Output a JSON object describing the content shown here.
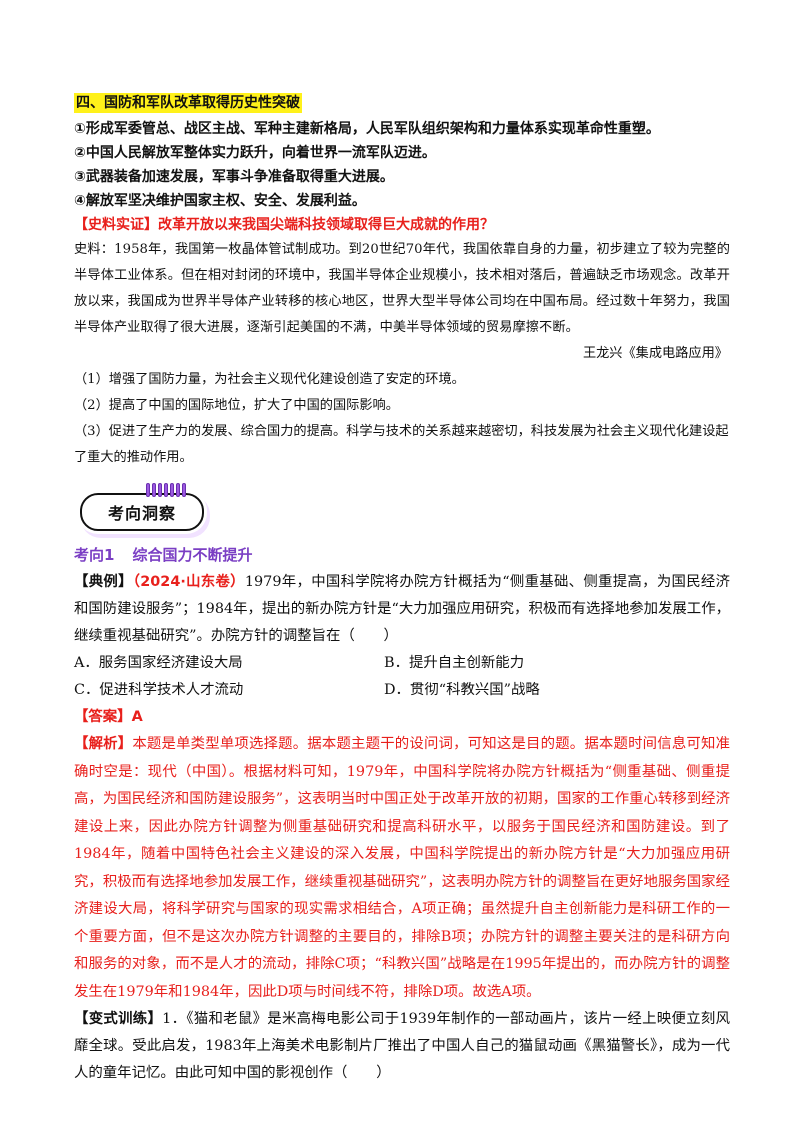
{
  "section": {
    "heading": "四、国防和军队改革取得历史性突破",
    "items": [
      "①形成军委管总、战区主战、军种主建新格局，人民军队组织架构和力量体系实现革命性重塑。",
      "②中国人民解放军整体实力跃升，向着世界一流军队迈进。",
      "③武器装备加速发展，军事斗争准备取得重大进展。",
      "④解放军坚决维护国家主权、安全、发展利益。"
    ]
  },
  "source_check": {
    "question": "【史料实证】改革开放以来我国尖端科技领域取得巨大成就的作用？",
    "material": "史料：1958年，我国第一枚晶体管试制成功。到20世纪70年代，我国依靠自身的力量，初步建立了较为完整的半导体工业体系。但在相对封闭的环境中，我国半导体企业规模小，技术相对落后，普遍缺乏市场观念。改革开放以来，我国成为世界半导体产业转移的核心地区，世界大型半导体公司均在中国布局。经过数十年努力，我国半导体产业取得了很大进展，逐渐引起美国的不满，中美半导体领域的贸易摩擦不断。",
    "citation": "王龙兴《集成电路应用》",
    "answers": [
      "（1）增强了国防力量，为社会主义现代化建设创造了安定的环境。",
      "（2）提高了中国的国际地位，扩大了中国的国际影响。",
      "（3）促进了生产力的发展、综合国力的提高。科学与技术的关系越来越密切，科技发展为社会主义现代化建设起了重大的推动作用。"
    ]
  },
  "badge": {
    "label": "考向洞察"
  },
  "topic": {
    "number": "考向1",
    "title": "综合国力不断提升"
  },
  "example": {
    "tag": "【典例】",
    "source": "（2024·山东卷）",
    "stem": "1979年，中国科学院将办院方针概括为“侧重基础、侧重提高，为国民经济和国防建设服务”；1984年，提出的新办院方针是“大力加强应用研究，积极而有选择地参加发展工作，继续重视基础研究”。办院方针的调整旨在（　　）",
    "options": {
      "A": "A．服务国家经济建设大局",
      "B": "B．提升自主创新能力",
      "C": "C．促进科学技术人才流动",
      "D": "D．贯彻“科教兴国”战略"
    },
    "answer_label": "【答案】A",
    "analysis_tag": "【解析】",
    "analysis": "本题是单类型单项选择题。据本题主题干的设问词，可知这是目的题。据本题时间信息可知准确时空是：现代（中国）。根据材料可知，1979年，中国科学院将办院方针概括为“侧重基础、侧重提高，为国民经济和国防建设服务”，这表明当时中国正处于改革开放的初期，国家的工作重心转移到经济建设上来，因此办院方针调整为侧重基础研究和提高科研水平，以服务于国民经济和国防建设。到了1984年，随着中国特色社会主义建设的深入发展，中国科学院提出的新办院方针是“大力加强应用研究，积极而有选择地参加发展工作，继续重视基础研究”，这表明办院方针的调整旨在更好地服务国家经济建设大局，将科学研究与国家的现实需求相结合，A项正确；虽然提升自主创新能力是科研工作的一个重要方面，但不是这次办院方针调整的主要目的，排除B项；办院方针的调整主要关注的是科研方向和服务的对象，而不是人才的流动，排除C项；“科教兴国”战略是在1995年提出的，而办院方针的调整发生在1979年和1984年，因此D项与时间线不符，排除D项。故选A项。"
  },
  "variant": {
    "tag": "【变式训练】",
    "text": "1．《猫和老鼠》是米高梅电影公司于1939年制作的一部动画片，该片一经上映便立刻风靡全球。受此启发，1983年上海美术电影制片厂推出了中国人自己的猫鼠动画《黑猫警长》，成为一代人的童年记忆。由此可知中国的影视创作（　　）"
  }
}
